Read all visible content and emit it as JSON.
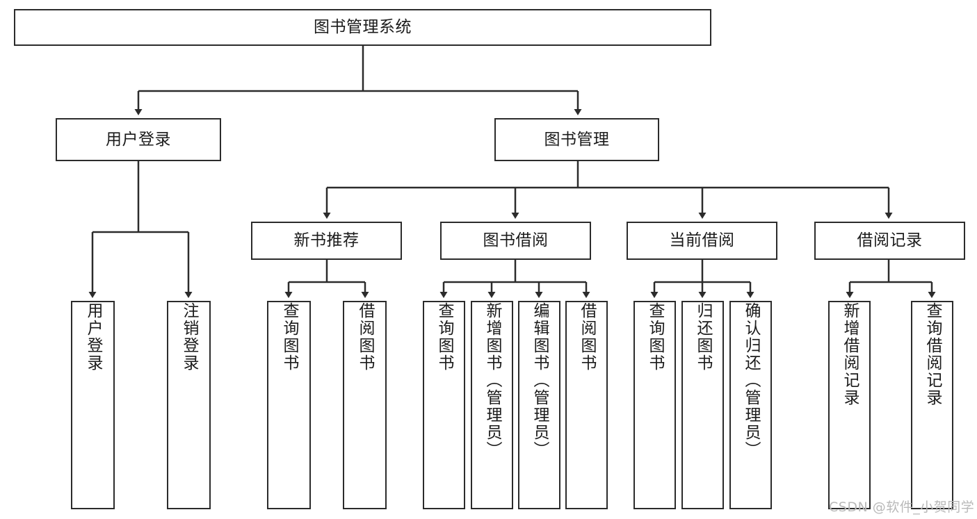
{
  "diagram": {
    "title": "图书管理系统",
    "type": "hierarchy-tree",
    "watermark": "CSDN @软件_小贺同学",
    "colors": {
      "stroke": "#2b2b2b",
      "fill": "#ffffff",
      "text": "#1b1b1b",
      "watermark": "#b9b9b9"
    },
    "levels": {
      "root": {
        "label": "图书管理系统"
      },
      "level2": [
        {
          "id": "user-login",
          "label": "用户登录"
        },
        {
          "id": "book-management",
          "label": "图书管理"
        }
      ],
      "level3": [
        {
          "id": "new-book-recommend",
          "label": "新书推荐"
        },
        {
          "id": "book-borrow",
          "label": "图书借阅"
        },
        {
          "id": "current-borrow",
          "label": "当前借阅"
        },
        {
          "id": "borrow-record",
          "label": "借阅记录"
        }
      ],
      "leaves": {
        "user-login": [
          {
            "id": "leaf-user-login",
            "label": "用户登录"
          },
          {
            "id": "leaf-logout-login",
            "label": "注销登录"
          }
        ],
        "new-book-recommend": [
          {
            "id": "leaf-query-book-1",
            "label": "查询图书"
          },
          {
            "id": "leaf-borrow-book-1",
            "label": "借阅图书"
          }
        ],
        "book-borrow": [
          {
            "id": "leaf-query-book-2",
            "label": "查询图书"
          },
          {
            "id": "leaf-add-book",
            "label": "新增图书（管理员）"
          },
          {
            "id": "leaf-edit-book",
            "label": "编辑图书（管理员）"
          },
          {
            "id": "leaf-borrow-book-2",
            "label": "借阅图书"
          }
        ],
        "current-borrow": [
          {
            "id": "leaf-query-book-3",
            "label": "查询图书"
          },
          {
            "id": "leaf-return-book",
            "label": "归还图书"
          },
          {
            "id": "leaf-confirm-return",
            "label": "确认归还（管理员）"
          }
        ],
        "borrow-record": [
          {
            "id": "leaf-add-record",
            "label": "新增借阅记录"
          },
          {
            "id": "leaf-query-record",
            "label": "查询借阅记录"
          }
        ]
      }
    }
  }
}
